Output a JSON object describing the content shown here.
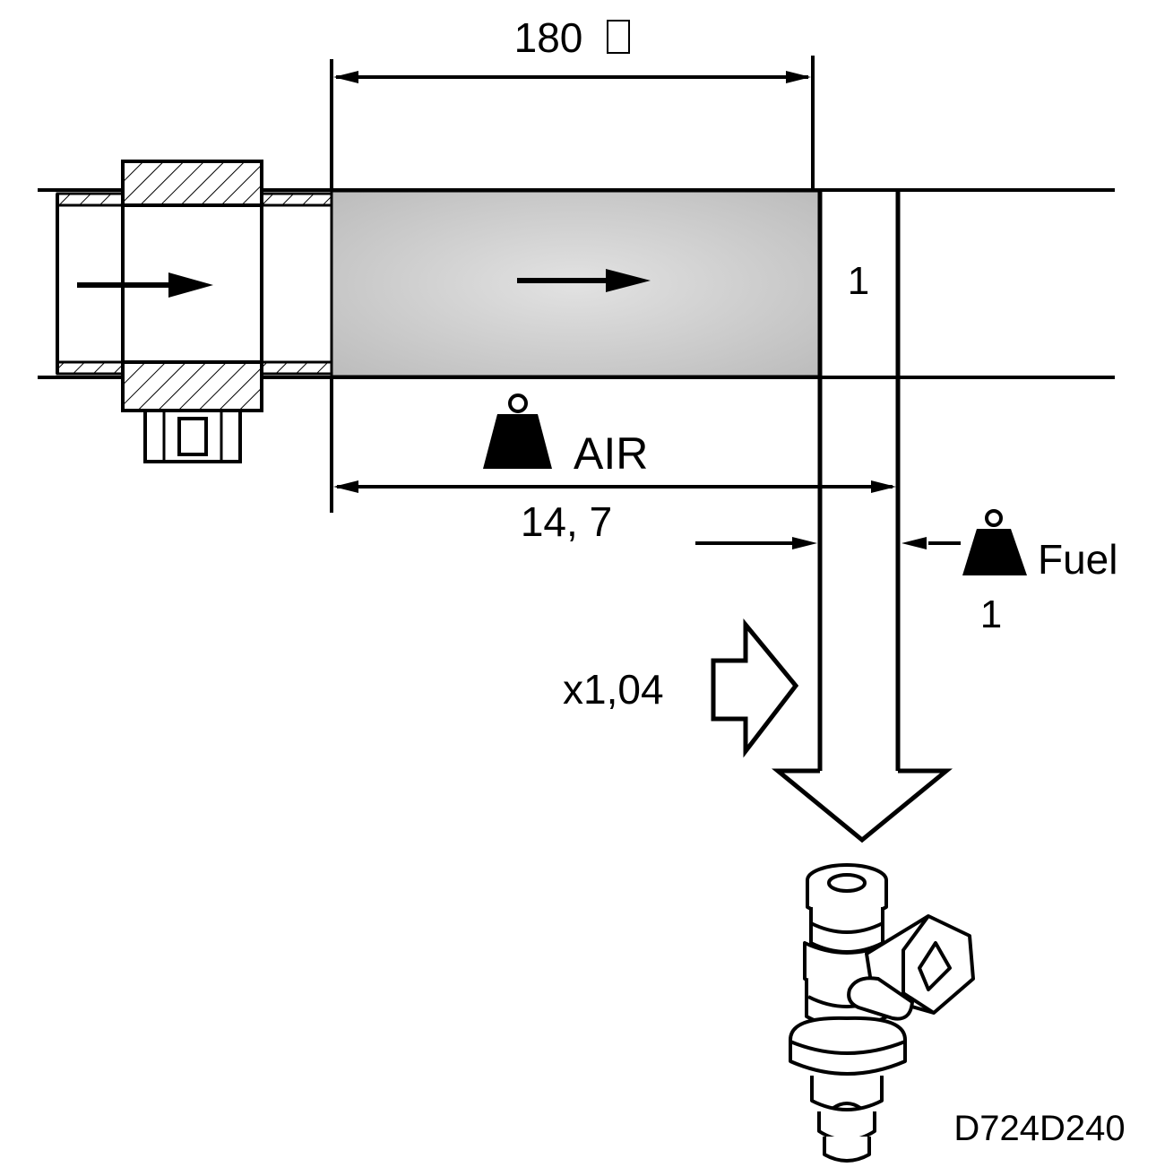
{
  "labels": {
    "top_dimension": "180",
    "pipe_section": "1",
    "air": "AIR",
    "air_ratio": "14, 7",
    "fuel": "Fuel",
    "fuel_ratio": "1",
    "multiplier": "x1,04",
    "figure_code": "D724D240"
  },
  "colors": {
    "line": "#000000",
    "air_fill": "#c8c8c8",
    "background": "#ffffff"
  },
  "icons": {
    "air_weight": "weight-icon",
    "fuel_weight": "weight-icon",
    "injector": "fuel-injector-icon",
    "sensor": "air-flow-sensor-icon"
  }
}
